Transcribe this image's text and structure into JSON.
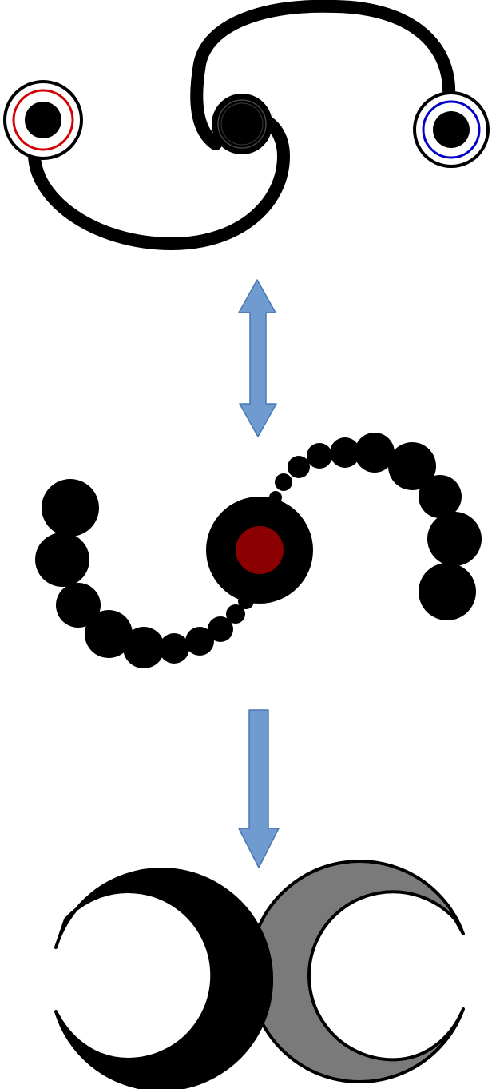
{
  "colors": {
    "background": "#ffffff",
    "ink": "#000000",
    "red_ring": "#d40000",
    "blue_ring": "#0000c8",
    "core": "#8b0000",
    "arrow_fill": "#6f9bd1",
    "arrow_stroke": "#4a78b0",
    "crescent_right": "#7a7a7a"
  },
  "icons": {
    "top_structure": "curved-chain-with-endpoints",
    "double_arrow": "double-headed-arrow",
    "bead_chain": "bead-chain",
    "down_arrow": "down-arrow",
    "crescents": "facing-crescents"
  }
}
